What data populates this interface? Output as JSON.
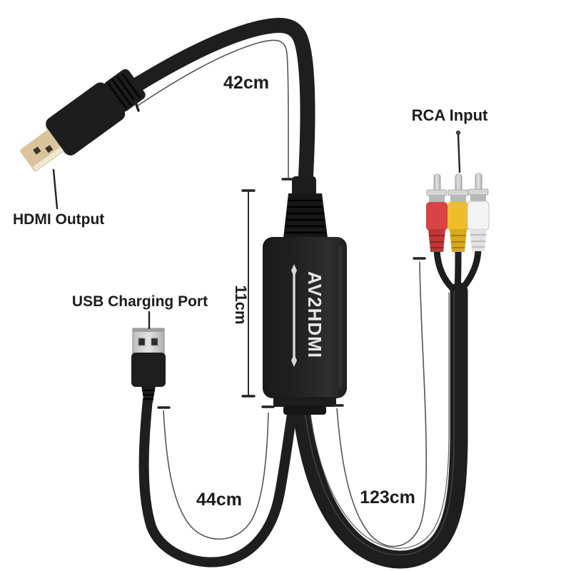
{
  "product": {
    "device_label": "AV2HDMI",
    "connectors": {
      "hdmi": {
        "label": "HDMI Output"
      },
      "usb": {
        "label": "USB Charging Port"
      },
      "rca": {
        "label": "RCA Input",
        "plugs": [
          "red",
          "yellow",
          "white"
        ]
      }
    },
    "measurements": {
      "hdmi_cable": "42cm",
      "converter_body": "11cm",
      "usb_cable": "44cm",
      "rca_cable": "123cm"
    },
    "colors": {
      "background": "#ffffff",
      "cable_black": "#1e1e1e",
      "hdmi_plug_gold": "#d9c49c",
      "hdmi_plug_hole": "#3a3326",
      "rca_red": "#d84343",
      "rca_yellow": "#eebd2a",
      "rca_white": "#f4f4f4",
      "metal_silver": "#cfcfcf",
      "annotation_line": "#555555",
      "text": "#1c1c1c"
    }
  }
}
